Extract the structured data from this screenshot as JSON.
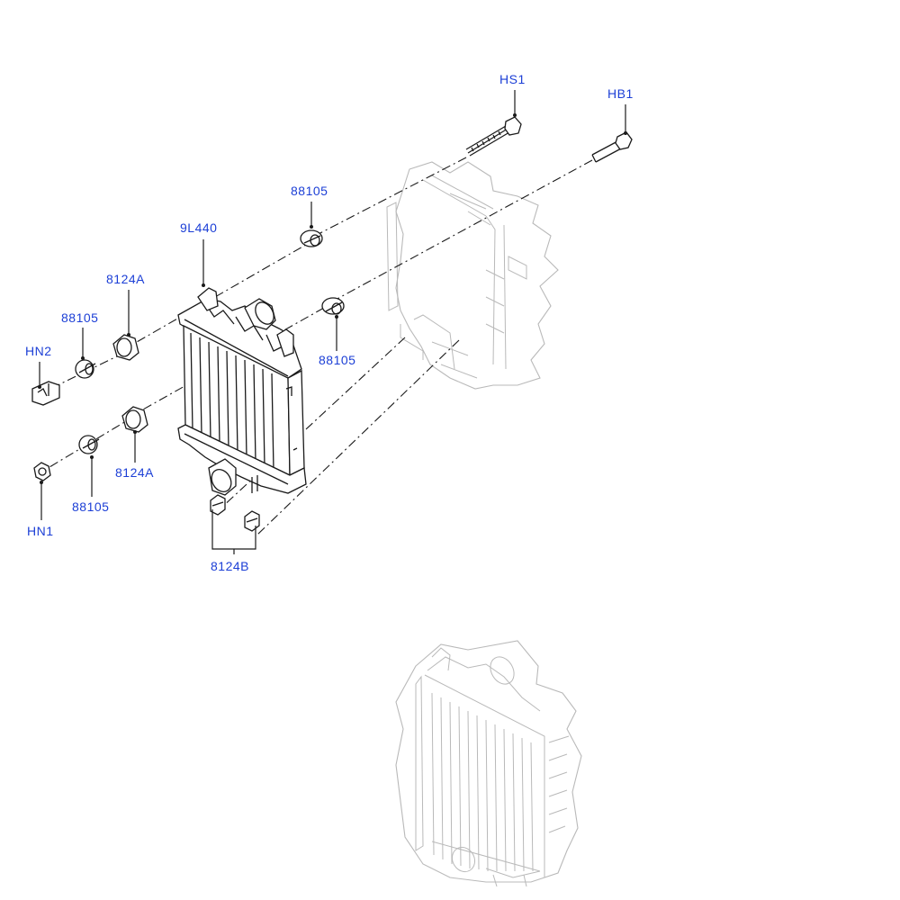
{
  "callouts": {
    "hs1": "HS1",
    "hb1": "HB1",
    "c88105_top": "88105",
    "c9l440": "9L440",
    "c8124a_upper": "8124A",
    "c88105_left": "88105",
    "hn2": "HN2",
    "c88105_right": "88105",
    "c8124a_lower": "8124A",
    "c88105_bottom": "88105",
    "hn1": "HN1",
    "c8124b": "8124B"
  },
  "colors": {
    "label": "#1c3fd6",
    "line": "#1a1a1a",
    "ghost": "#b9b9b9"
  }
}
